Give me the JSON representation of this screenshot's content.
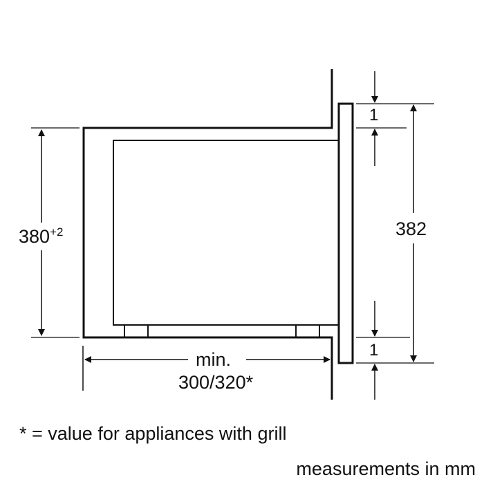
{
  "dimensions": {
    "niche_height": "380",
    "niche_height_tolerance": "+2",
    "appliance_height": "382",
    "top_overlap": "1",
    "bottom_overlap": "1",
    "depth_label": "min.",
    "depth_value": "300/320*"
  },
  "notes": {
    "footnote": "* = value for appliances with grill",
    "units": "measurements in mm"
  }
}
